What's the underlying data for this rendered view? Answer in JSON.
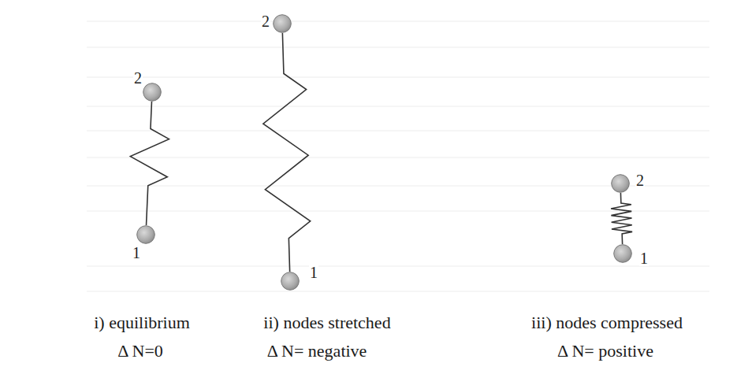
{
  "diagram": {
    "nodes": [
      {
        "text": [
          "2"
        ]
      },
      {
        "text": [
          "1"
        ]
      },
      {
        "text": [
          "2"
        ]
      },
      {
        "text": [
          "1"
        ]
      },
      {
        "text": [
          "2"
        ]
      },
      {
        "text": [
          "1"
        ]
      }
    ],
    "edges": [
      {
        "from": 0,
        "to": 1,
        "arrow": "none"
      },
      {
        "from": 2,
        "to": 3,
        "arrow": "none"
      },
      {
        "from": 4,
        "to": 5,
        "arrow": "none"
      }
    ],
    "labels": [
      "i) equilibrium",
      "ii) nodes stretched",
      "iii) nodes compressed",
      "Δ N=0",
      "Δ N= negative",
      "Δ N= positive"
    ]
  }
}
